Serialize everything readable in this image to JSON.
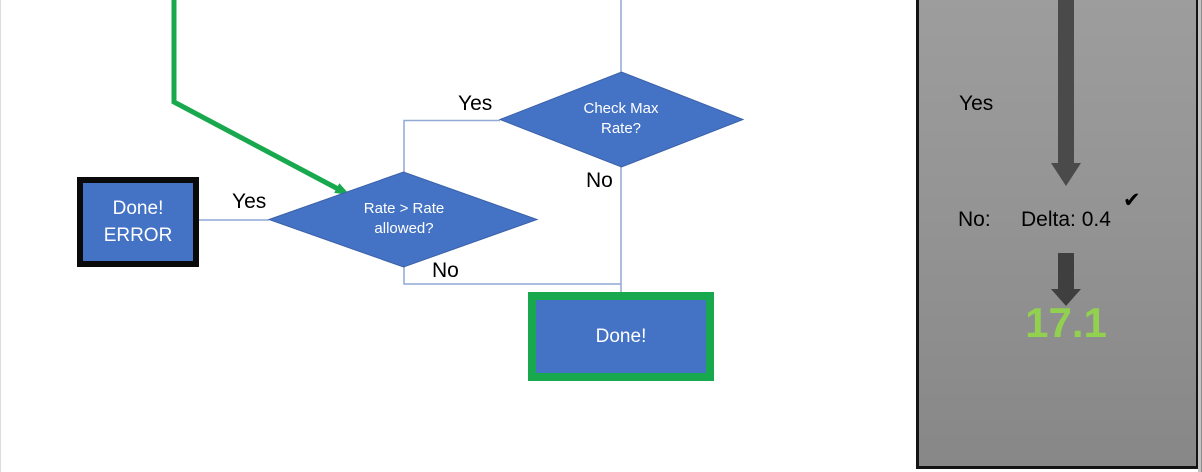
{
  "colors": {
    "shape_blue": "#4472c4",
    "shape_blue_border": "#3b62a9",
    "connector_blue": "#91a9d6",
    "flow_green": "#18a84e",
    "arrow_gray": "#4a4a4a",
    "result_green": "#92d050",
    "panel_gray_top": "#9d9d9d",
    "panel_gray_bottom": "#878787"
  },
  "flowchart": {
    "nodes": {
      "check_max_rate": {
        "label": "Check Max Rate?"
      },
      "rate_allowed": {
        "label": "Rate > Rate allowed?"
      },
      "done_error": {
        "line1": "Done!",
        "line2": "ERROR"
      },
      "done": {
        "label": "Done!"
      }
    },
    "edge_labels": {
      "check_max_yes": "Yes",
      "check_max_no": "No",
      "rate_allowed_yes": "Yes",
      "rate_allowed_no": "No"
    }
  },
  "panel": {
    "yes_label": "Yes",
    "no_label": "No:",
    "delta_text": "Delta: 0.4",
    "check_glyph": "✔",
    "result_value": "17.1"
  }
}
